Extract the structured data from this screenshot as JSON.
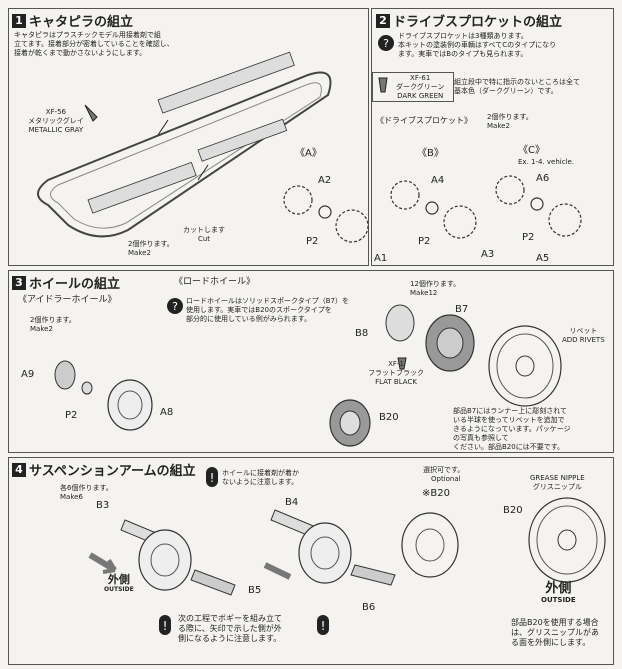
{
  "s1": {
    "num": "1",
    "title": "キャタピラの組立",
    "desc": [
      "キャタピラはプラスチックモデル用接着剤で組",
      "立てます。接着部分が密着していることを確認し、",
      "接着が乾くまで動かさないようにします。"
    ],
    "paint_code": "XF-56",
    "paint_ja": "メタリックグレイ",
    "paint_en": "METALLIC GRAY",
    "cut_ja": "カットします",
    "cut_en": "Cut",
    "make_ja": "2個作ります。",
    "make_en": "Make2"
  },
  "s2": {
    "num": "2",
    "title": "ドライブスプロケットの組立",
    "desc": [
      "ドライブスプロケットは3種類あります。",
      "本キットの塗装例の車輌はすべてCのタイプになり",
      "ます。実車ではBのタイプも見られます。"
    ],
    "paint_code": "XF-61",
    "paint_ja": "ダークグリーン",
    "paint_en": "DARK GREEN",
    "paint_note": [
      "組立段中で特に指示のないところは全て",
      "基本色（ダークグリーン）です。"
    ],
    "sub": "《ドライブスプロケット》",
    "make_ja": "2個作ります。",
    "make_en": "Make2",
    "a_label": "《A》",
    "b_label": "《B》",
    "c_label": "《C》",
    "c_note": "Ex. 1-4. vehicle.",
    "parts": [
      "A2",
      "P2",
      "A1",
      "A4",
      "P2",
      "A3",
      "A6",
      "P2",
      "A5"
    ]
  },
  "s3": {
    "num": "3",
    "title": "ホイールの組立",
    "idler": "《アイドラーホイール》",
    "road": "《ロードホイール》",
    "idler_make_ja": "2個作ります。",
    "idler_make_en": "Make2",
    "road_make_ja": "12個作ります。",
    "road_make_en": "Make12",
    "note": [
      "ロードホイールはソリッドスポークタイプ（B7）を",
      "使用します。実車ではB20のスポークタイプを",
      "部分的に使用している例がみられます。"
    ],
    "parts": [
      "A9",
      "P2",
      "A8",
      "B8",
      "B7",
      "B20"
    ],
    "paint_code": "XF-1",
    "paint_ja": "フラットブラック",
    "paint_en": "FLAT BLACK",
    "rivet_ja": "リベット",
    "rivet_en": "ADD RIVETS",
    "rivet_note": [
      "部品B7にはランナー上に彫刻されて",
      "いる半球を使ってリベットを追加で",
      "きるようになっています。パッケージ",
      "の写真も参照して",
      "ください。部品B20には不要です。"
    ]
  },
  "s4": {
    "num": "4",
    "title": "サスペンションアームの組立",
    "make_ja": "各6個作ります。",
    "make_en": "Make6",
    "warn1": [
      "ホイールに接着剤が着か",
      "ないように注意します。"
    ],
    "opt_ja": "選択可です。",
    "opt_en": "Optional",
    "opt_part": "※B20",
    "gn_en": "GREASE NIPPLE",
    "gn_ja": "グリスニップル",
    "parts": [
      "B3",
      "B5",
      "B4",
      "B6",
      "B20"
    ],
    "outside_ja": "外側",
    "outside_en": "OUTSIDE",
    "warn2": [
      "次の工程でボギーを組み立て",
      "る際に、矢印で示した側が外",
      "側になるように注意します。"
    ],
    "b20_note": [
      "部品B20を使用する場合",
      "は、グリスニップルがあ",
      "る面を外側にします。"
    ]
  }
}
